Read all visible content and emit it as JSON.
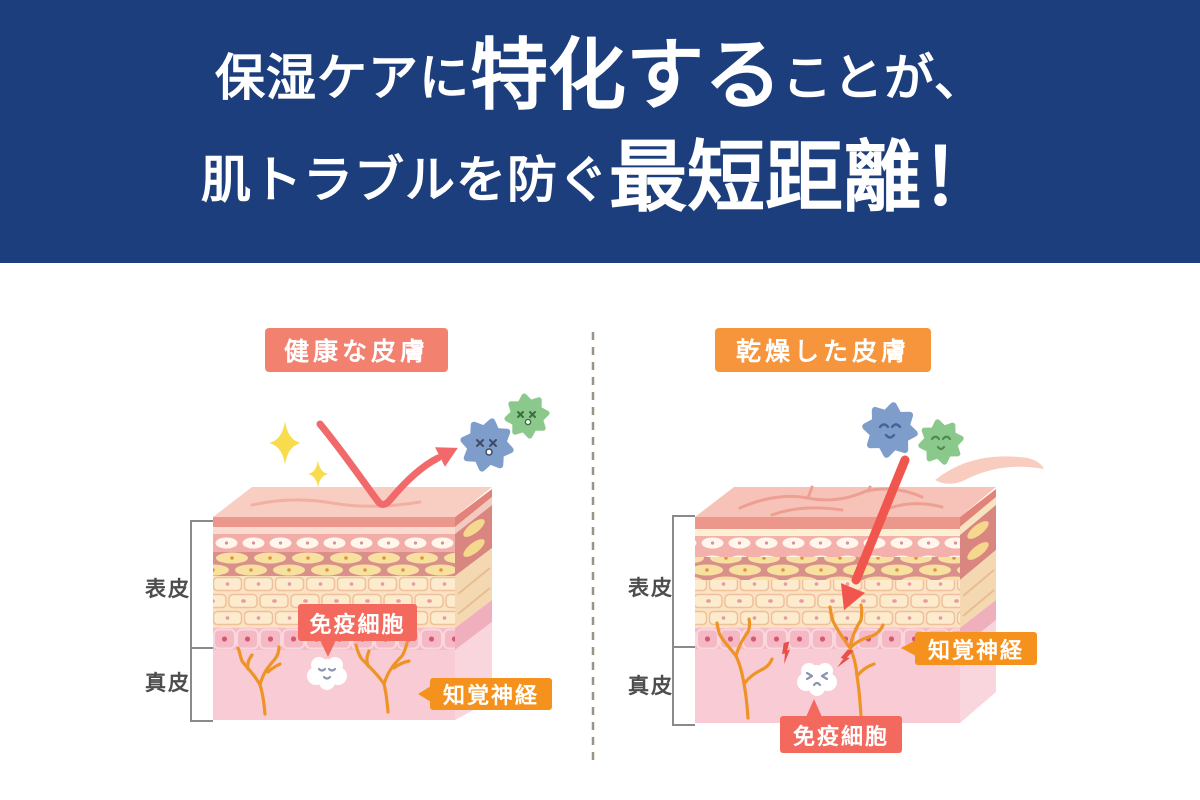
{
  "banner": {
    "bg_color": "#1D3E7C",
    "text_color": "#FFFFFF",
    "line1": {
      "pre": "保湿ケアに",
      "emphasis": "特化する",
      "post": "ことが、"
    },
    "line2": {
      "pre": "肌トラブルを防ぐ",
      "emphasis": "最短距離！",
      "post": ""
    }
  },
  "divider": {
    "style": "dashed-vertical",
    "color": "#9B9288"
  },
  "left_panel": {
    "title": "健康な皮膚",
    "title_bg": "#F28170",
    "layer_labels": [
      {
        "label": "表皮"
      },
      {
        "label": "真皮"
      }
    ],
    "callouts": [
      {
        "label": "免疫細胞",
        "bg": "#F4695E",
        "pointer": "down"
      },
      {
        "label": "知覚神経",
        "bg": "#F5921E",
        "pointer": "left"
      }
    ],
    "icons": [
      "sparkle-icon",
      "bounce-arrow-icon",
      "blue-germ-icon",
      "green-germ-icon",
      "immune-cell-happy-icon",
      "nerve-tree-icon"
    ]
  },
  "right_panel": {
    "title": "乾燥した皮膚",
    "title_bg": "#F6953B",
    "layer_labels": [
      {
        "label": "表皮"
      },
      {
        "label": "真皮"
      }
    ],
    "callouts": [
      {
        "label": "知覚神経",
        "bg": "#F5921E",
        "pointer": "left"
      },
      {
        "label": "免疫細胞",
        "bg": "#F4695E",
        "pointer": "up"
      }
    ],
    "icons": [
      "penetrating-arrow-icon",
      "blue-germ-icon",
      "green-germ-icon",
      "immune-cell-angry-icon",
      "nerve-tree-icon",
      "flake-icon",
      "lightning-icon"
    ]
  },
  "colors": {
    "banner_navy": "#1D3E7C",
    "coral_badge": "#F28170",
    "orange_badge": "#F5921E",
    "red_callout": "#F4695E",
    "arrow_red": "#F1564E",
    "sparkle_yellow": "#F9DC4E",
    "germ_blue": "#7F9DCB",
    "germ_green": "#8BC88B",
    "nerve_orange": "#EE9426",
    "skin_top": "#F8C9BD",
    "dermis_pink": "#F9CBD4"
  }
}
